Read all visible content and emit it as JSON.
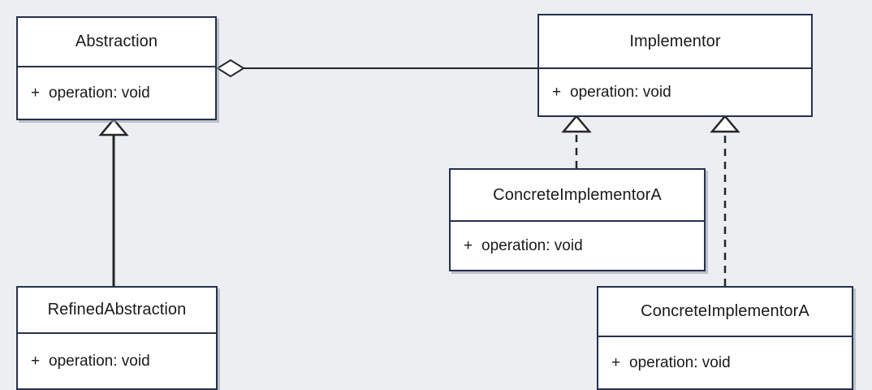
{
  "diagram": {
    "type": "uml-class-diagram",
    "pattern": "Bridge",
    "background_color": "#eceef2",
    "border_color": "#26304f",
    "box_fill_color": "#ffffff",
    "line_color": "#262626",
    "classes": [
      {
        "id": "abstraction",
        "name": "Abstraction",
        "members": [
          {
            "visibility": "+",
            "signature": "operation: void"
          }
        ]
      },
      {
        "id": "implementor",
        "name": "Implementor",
        "members": [
          {
            "visibility": "+",
            "signature": "operation: void"
          }
        ]
      },
      {
        "id": "concrete-implementor-a",
        "name": "ConcreteImplementorA",
        "members": [
          {
            "visibility": "+",
            "signature": "operation: void"
          }
        ]
      },
      {
        "id": "refined-abstraction",
        "name": "RefinedAbstraction",
        "members": [
          {
            "visibility": "+",
            "signature": "operation: void"
          }
        ]
      },
      {
        "id": "concrete-implementor-b",
        "name": "ConcreteImplementorA",
        "members": [
          {
            "visibility": "+",
            "signature": "operation: void"
          }
        ]
      }
    ],
    "relationships": [
      {
        "id": "aggregation-abstraction-implementor",
        "kind": "aggregation",
        "style": "solid",
        "from": "abstraction",
        "to": "implementor",
        "marker": "hollow-diamond"
      },
      {
        "id": "generalization-refined-abstraction",
        "kind": "generalization",
        "style": "solid",
        "from": "refined-abstraction",
        "to": "abstraction",
        "marker": "hollow-triangle"
      },
      {
        "id": "realization-concrete-implementor-a",
        "kind": "realization",
        "style": "dashed",
        "from": "concrete-implementor-a",
        "to": "implementor",
        "marker": "hollow-triangle"
      },
      {
        "id": "realization-concrete-implementor-b",
        "kind": "realization",
        "style": "dashed",
        "from": "concrete-implementor-b",
        "to": "implementor",
        "marker": "hollow-triangle"
      }
    ]
  }
}
